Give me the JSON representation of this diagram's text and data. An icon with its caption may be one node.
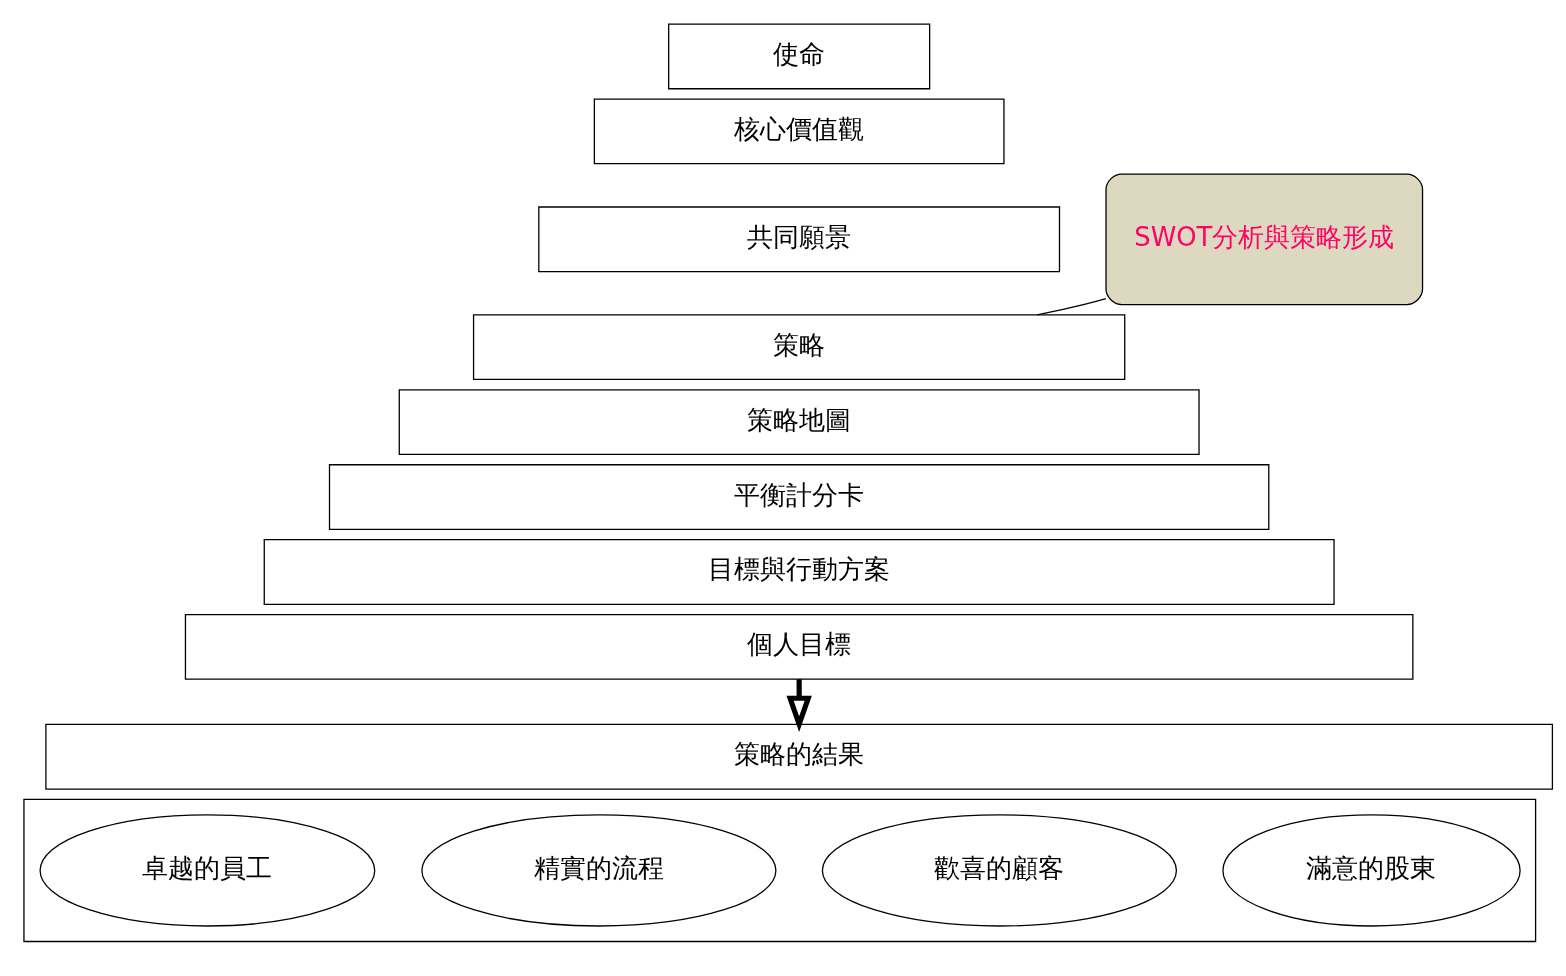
{
  "diagram": {
    "nodes": [
      {
        "text": [
          "使命"
        ]
      },
      {
        "text": [
          "核心價值觀"
        ]
      },
      {
        "text": [
          "共同願景"
        ]
      },
      {
        "text": [
          "策略"
        ]
      },
      {
        "text": [
          "策略地圖"
        ]
      },
      {
        "text": [
          "平衡計分卡"
        ]
      },
      {
        "text": [
          "目標與行動方案"
        ]
      },
      {
        "text": [
          "個人目標"
        ]
      },
      {
        "text": [
          "策略的結果"
        ]
      },
      {
        "text": [],
        "shape": "box"
      },
      {
        "text": [
          "滿意的股東"
        ],
        "in": 9
      },
      {
        "text": [
          "歡喜的顧客"
        ],
        "in": 9
      },
      {
        "text": [
          "精實的流程"
        ],
        "in": 9
      },
      {
        "text": [
          "卓越的員工"
        ],
        "in": 9
      },
      {
        "text": [
          "SWOT分析與策略形成"
        ]
      }
    ],
    "edges": [
      {
        "from": 7,
        "to": 8,
        "arrow": "to",
        "style": "thick"
      },
      {
        "from": 14,
        "to": 3,
        "arrow": "none"
      }
    ]
  }
}
